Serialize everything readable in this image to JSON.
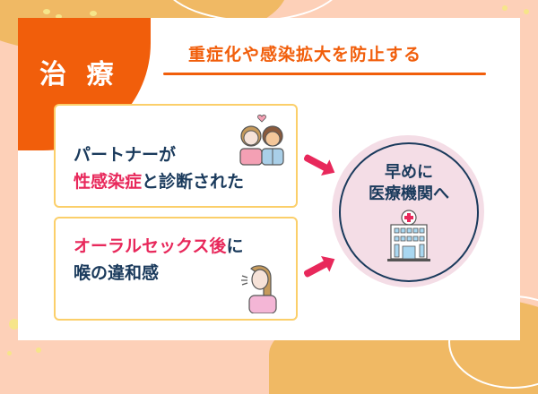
{
  "badge": {
    "label": "治 療",
    "color": "#f15e0b"
  },
  "headline": {
    "text": "重症化や感染拡大を防止する",
    "color": "#f15e0b"
  },
  "cases": [
    {
      "line1": "パートナーが",
      "line2_highlight": "性感染症",
      "line2_rest": "と診断された",
      "icon": "couple-icon"
    },
    {
      "line1_highlight": "オーラルセックス後",
      "line1_rest": "に",
      "line2": "喉の違和感",
      "icon": "coughing-woman-icon"
    }
  ],
  "result": {
    "line1": "早めに",
    "line2": "医療機関へ",
    "icon": "hospital-icon"
  },
  "colors": {
    "accent": "#f15e0b",
    "highlight": "#e8285b",
    "text": "#1a3a5c",
    "box_border": "#fbcf6a",
    "circle_fill": "#f4dde6",
    "background": "#fdd0b8"
  }
}
